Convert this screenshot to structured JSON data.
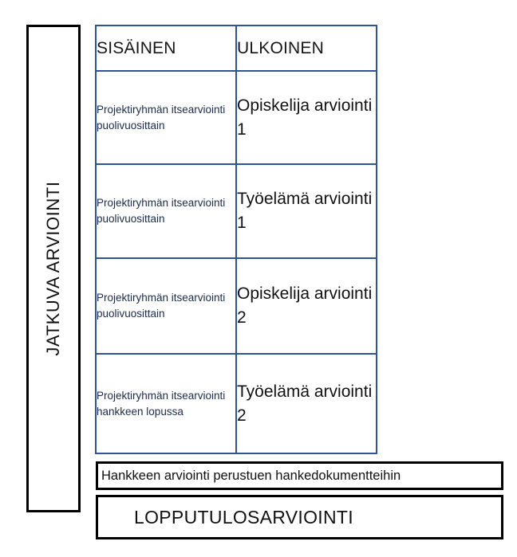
{
  "diagram": {
    "left_band": {
      "label": "JATKUVA ARVIOINTI"
    },
    "matrix": {
      "headers": [
        "SISÄINEN",
        "ULKOINEN"
      ],
      "rows": [
        {
          "internal": "Projektiryhmän itsearviointi puolivuosittain",
          "external": "Opiskelija arviointi 1"
        },
        {
          "internal": "Projektiryhmän itsearviointi puolivuosittain",
          "external": "Työelämä arviointi 1"
        },
        {
          "internal": "Projektiryhmän itsearviointi puolivuosittain",
          "external": "Opiskelija arviointi 2"
        },
        {
          "internal": "Projektiryhmän itsearviointi hankkeen lopussa",
          "external": "Työelämä arviointi 2"
        }
      ]
    },
    "document_evaluation": {
      "label": "Hankkeen arviointi perustuen hankedokumentteihin"
    },
    "final_result": {
      "label": "LOPPUTULOSARVIOINTI"
    },
    "colors": {
      "matrix_border": "#2E5496",
      "outline_border": "#000000",
      "background": "#FFFFFF",
      "internal_text": "#1B2B4A",
      "external_text": "#121212"
    }
  }
}
